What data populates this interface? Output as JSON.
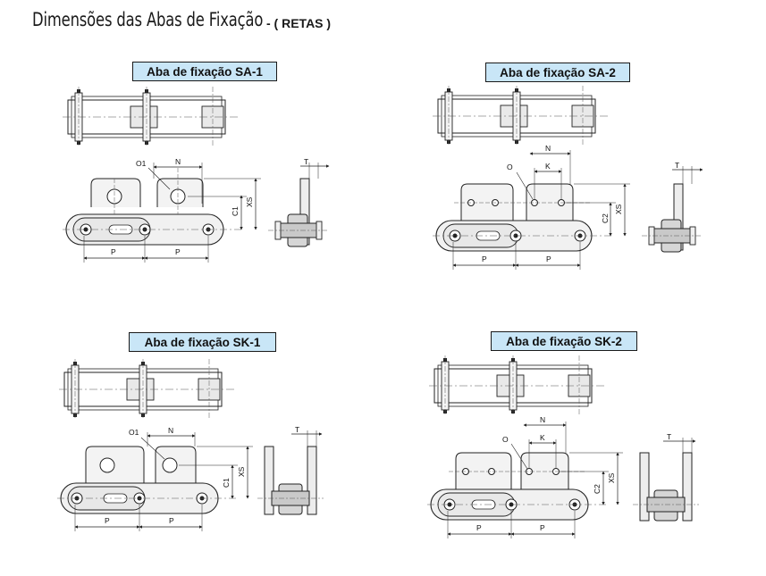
{
  "header": {
    "title": "Dimensões das Abas de Fixação",
    "subtitle": "- ( RETAS )"
  },
  "panels": [
    {
      "id": "sa1",
      "label": "Aba de fixação SA-1",
      "dims": {
        "o": "O1",
        "n": "N",
        "c": "C1",
        "xs": "XS",
        "t": "T",
        "p1": "P",
        "p2": "P"
      }
    },
    {
      "id": "sa2",
      "label": "Aba de fixação SA-2",
      "dims": {
        "o": "O",
        "n": "N",
        "k": "K",
        "c": "C2",
        "xs": "XS",
        "t": "T",
        "p1": "P",
        "p2": "P"
      }
    },
    {
      "id": "sk1",
      "label": "Aba de fixação SK-1",
      "dims": {
        "o": "O1",
        "n": "N",
        "c": "C1",
        "xs": "XS",
        "t": "T",
        "p1": "P",
        "p2": "P"
      }
    },
    {
      "id": "sk2",
      "label": "Aba de fixação SK-2",
      "dims": {
        "o": "O",
        "n": "N",
        "k": "K",
        "c": "C2",
        "xs": "XS",
        "t": "T",
        "p1": "P",
        "p2": "P"
      }
    }
  ]
}
